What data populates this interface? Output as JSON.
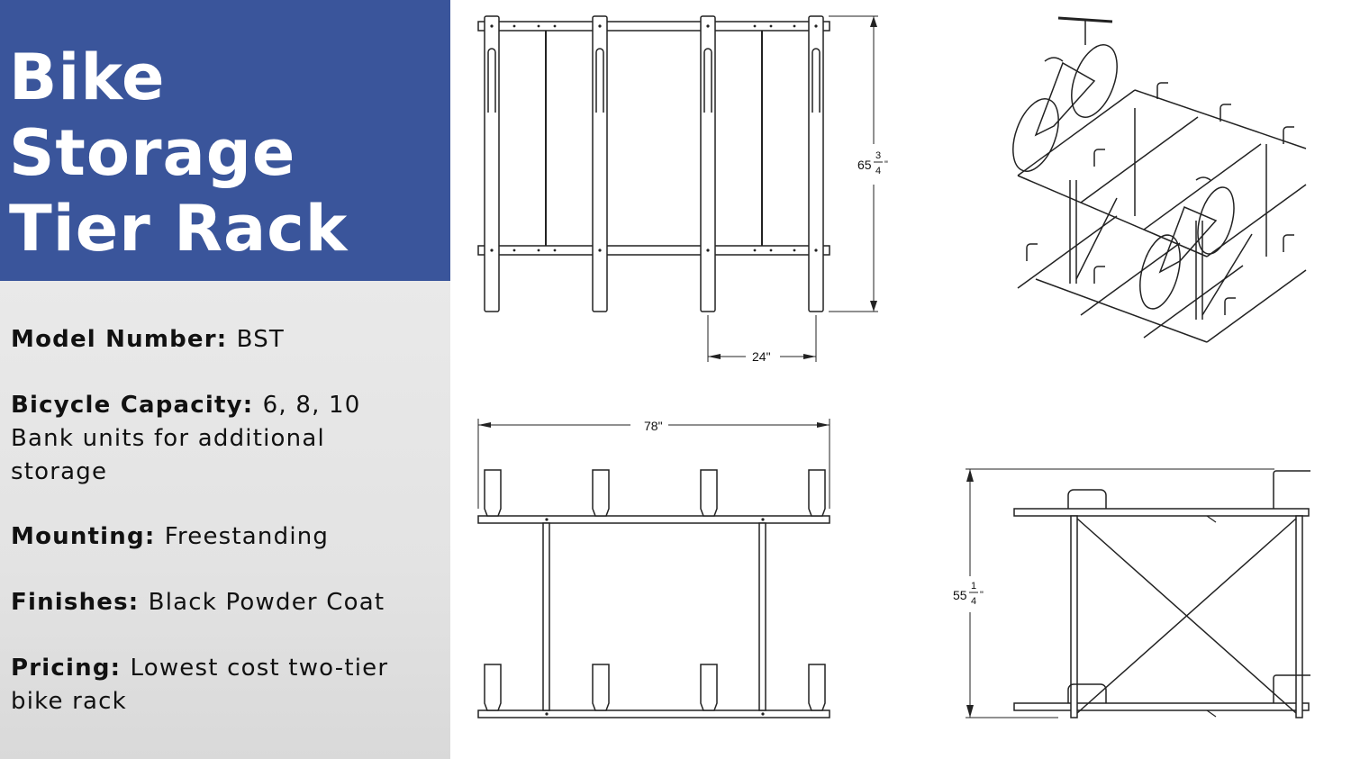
{
  "title": {
    "line1": "Bike Storage",
    "line2": "Tier Rack"
  },
  "specs": [
    {
      "label": "Model Number",
      "sep": ": ",
      "value": "BST",
      "extra": ""
    },
    {
      "label": "Bicycle Capacity",
      "sep": ": ",
      "value": "6, 8, 10",
      "extra": "Bank units for additional storage"
    },
    {
      "label": "Mounting",
      "sep": ": ",
      "value": "Freestanding",
      "extra": ""
    },
    {
      "label": "Finishes",
      "sep": ": ",
      "value": "Black Powder Coat",
      "extra": ""
    },
    {
      "label": "Pricing",
      "sep": ": ",
      "value": "Lowest cost two-tier bike rack",
      "extra": ""
    }
  ],
  "drawings": {
    "front_view": {
      "height_dim": {
        "whole": "65",
        "num": "3",
        "den": "4",
        "unit": "\""
      },
      "spacing_dim": "24\""
    },
    "top_view": {
      "width_dim": "78\""
    },
    "side_view": {
      "height_dim": {
        "whole": "55",
        "num": "1",
        "den": "4",
        "unit": "\""
      }
    },
    "iso_view": {
      "caption": ""
    }
  },
  "colors": {
    "title_bg": "#3a559b",
    "title_text": "#ffffff",
    "specs_bg": "#e6e6e6",
    "line": "#222222"
  }
}
